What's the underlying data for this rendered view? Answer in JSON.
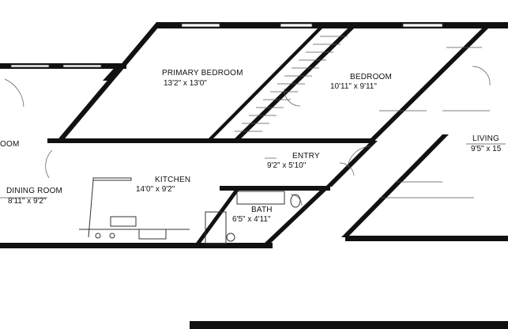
{
  "rooms": {
    "primary_bedroom": {
      "name": "PRIMARY BEDROOM",
      "dims": "13'2\" x 13'0\""
    },
    "bedroom": {
      "name": "BEDROOM",
      "dims": "10'11\" x 9'11\""
    },
    "living": {
      "name": "LIVING",
      "dims": "9'5\" x 15"
    },
    "entry": {
      "name": "ENTRY",
      "dims": "9'2\" x 5'10\""
    },
    "kitchen": {
      "name": "KITCHEN",
      "dims": "14'0\" x 9'2\""
    },
    "dining_room": {
      "name": "DINING ROOM",
      "dims": "8'11\" x 9'2\""
    },
    "bath": {
      "name": "BATH",
      "dims": "6'5\" x 4'11\""
    },
    "partial_room": {
      "name": "OOM",
      "dims": ""
    }
  },
  "colors": {
    "wall": "#111111",
    "background": "#ffffff",
    "line": "#333333"
  }
}
